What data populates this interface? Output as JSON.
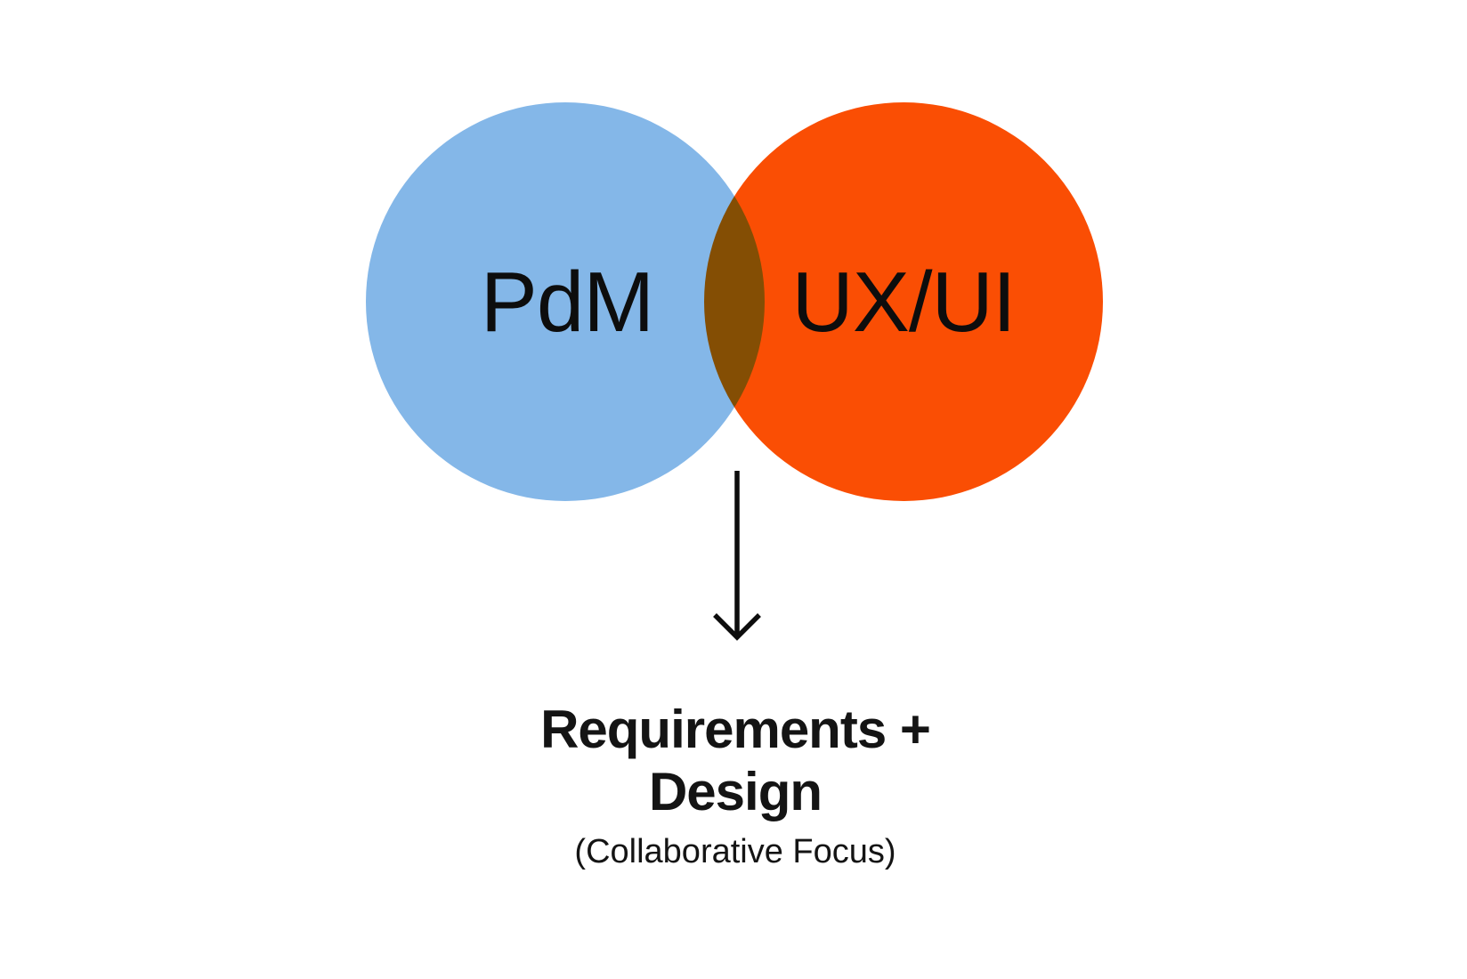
{
  "diagram": {
    "type": "venn",
    "background_color": "#ffffff",
    "circles": [
      {
        "id": "pdm",
        "label": "PdM",
        "color": "#84B7E8"
      },
      {
        "id": "uxui",
        "label": "UX/UI",
        "color": "#FA4E04"
      }
    ],
    "overlap_color": "#855005",
    "arrow": {
      "direction": "down",
      "color": "#0d0d0d"
    },
    "result": {
      "title_line1": "Requirements +",
      "title_line2": "Design",
      "caption": "(Collaborative Focus)"
    },
    "text_color": "#141414"
  }
}
